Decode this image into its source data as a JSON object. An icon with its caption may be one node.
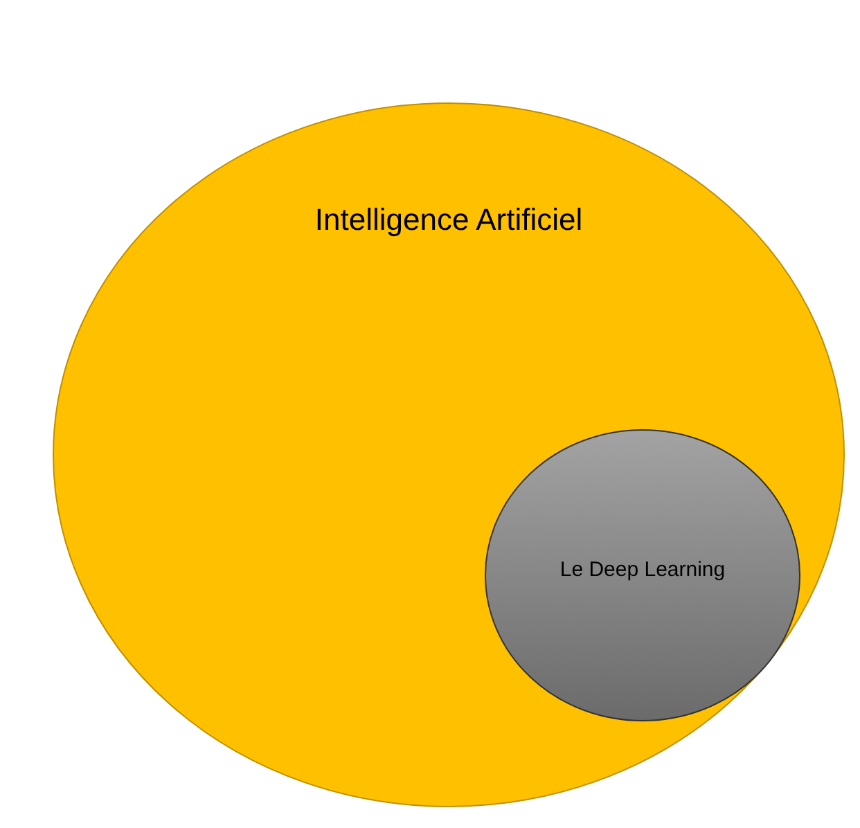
{
  "diagram": {
    "nodes": [
      {
        "text": [
          "Intelligence Artificiel"
        ]
      },
      {
        "text": [
          "Le Deep Learning"
        ],
        "in": 0
      }
    ]
  }
}
